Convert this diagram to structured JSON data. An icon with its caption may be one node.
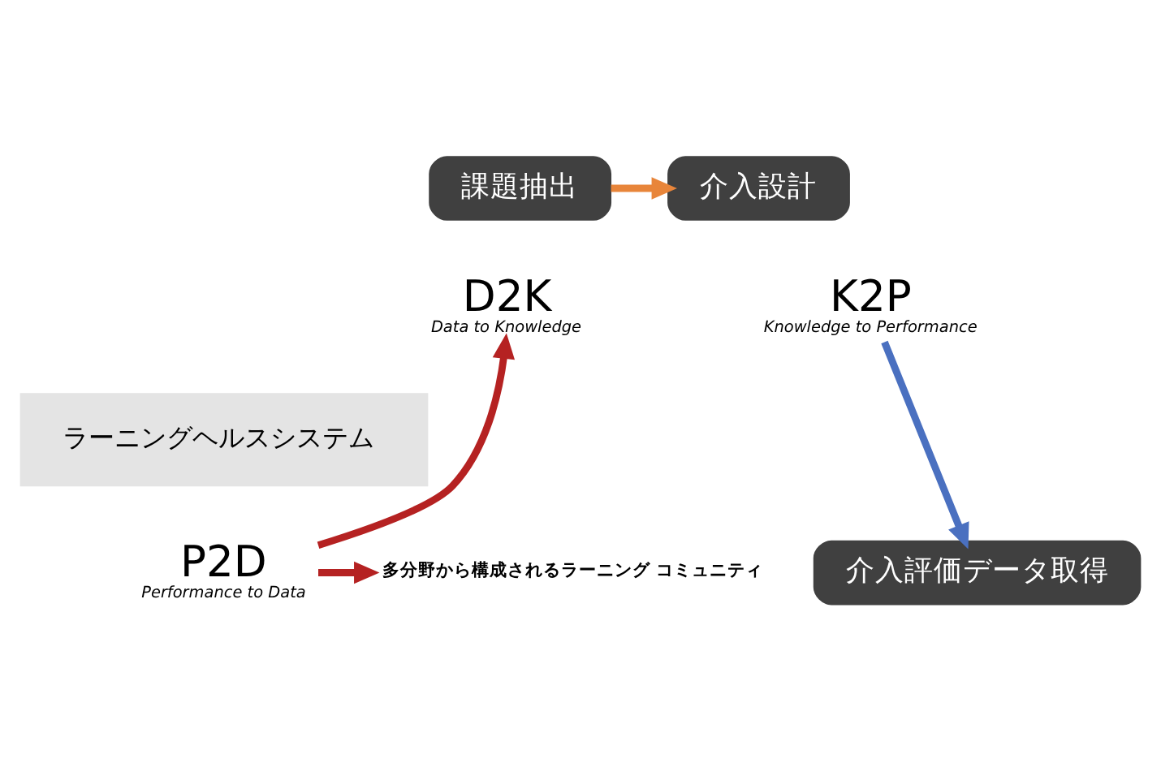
{
  "diagram": {
    "nodes": [
      {
        "text": [
          "課題抽出"
        ]
      },
      {
        "text": [
          "介入設計"
        ]
      },
      {
        "text": [
          "介入評価データ取得"
        ]
      },
      {
        "text": [
          "ラーニングヘルスシステム"
        ]
      },
      {
        "text": [
          "D2K",
          "Data to Knowledge"
        ]
      },
      {
        "text": [
          "K2P",
          "Knowledge to Performance"
        ]
      },
      {
        "text": [
          "P2D",
          "Performance to Data"
        ]
      },
      {
        "text": [
          "多分野から構成されるラーニング コミュニティ"
        ]
      }
    ],
    "edges": [
      {
        "from": 0,
        "to": 1,
        "arrow": "to",
        "color": "#e8853a"
      },
      {
        "from": 5,
        "to": 2,
        "arrow": "to",
        "color": "#4a70c0"
      },
      {
        "from": 6,
        "to": 4,
        "arrow": "to",
        "color": "#b52222"
      },
      {
        "from": 6,
        "to": 7,
        "arrow": "to",
        "color": "#b52222"
      }
    ]
  }
}
